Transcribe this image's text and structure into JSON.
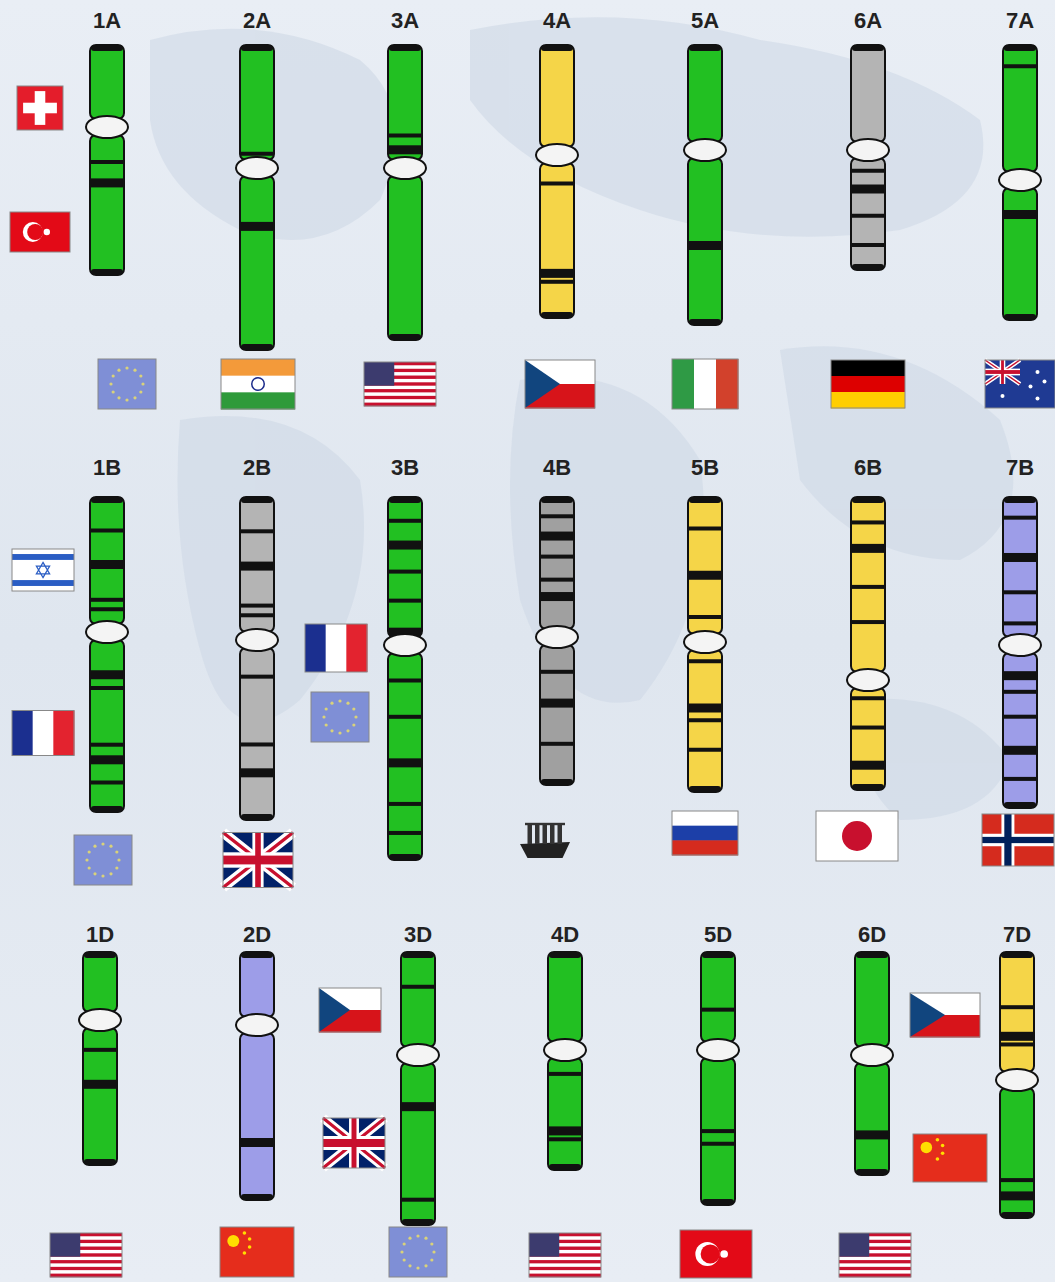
{
  "diagram": {
    "labels": [
      "1A",
      "2A",
      "3A",
      "4A",
      "5A",
      "6A",
      "7A",
      "1B",
      "2B",
      "3B",
      "4B",
      "5B",
      "6B",
      "7B",
      "1D",
      "2D",
      "3D",
      "4D",
      "5D",
      "6D",
      "7D"
    ]
  }
}
